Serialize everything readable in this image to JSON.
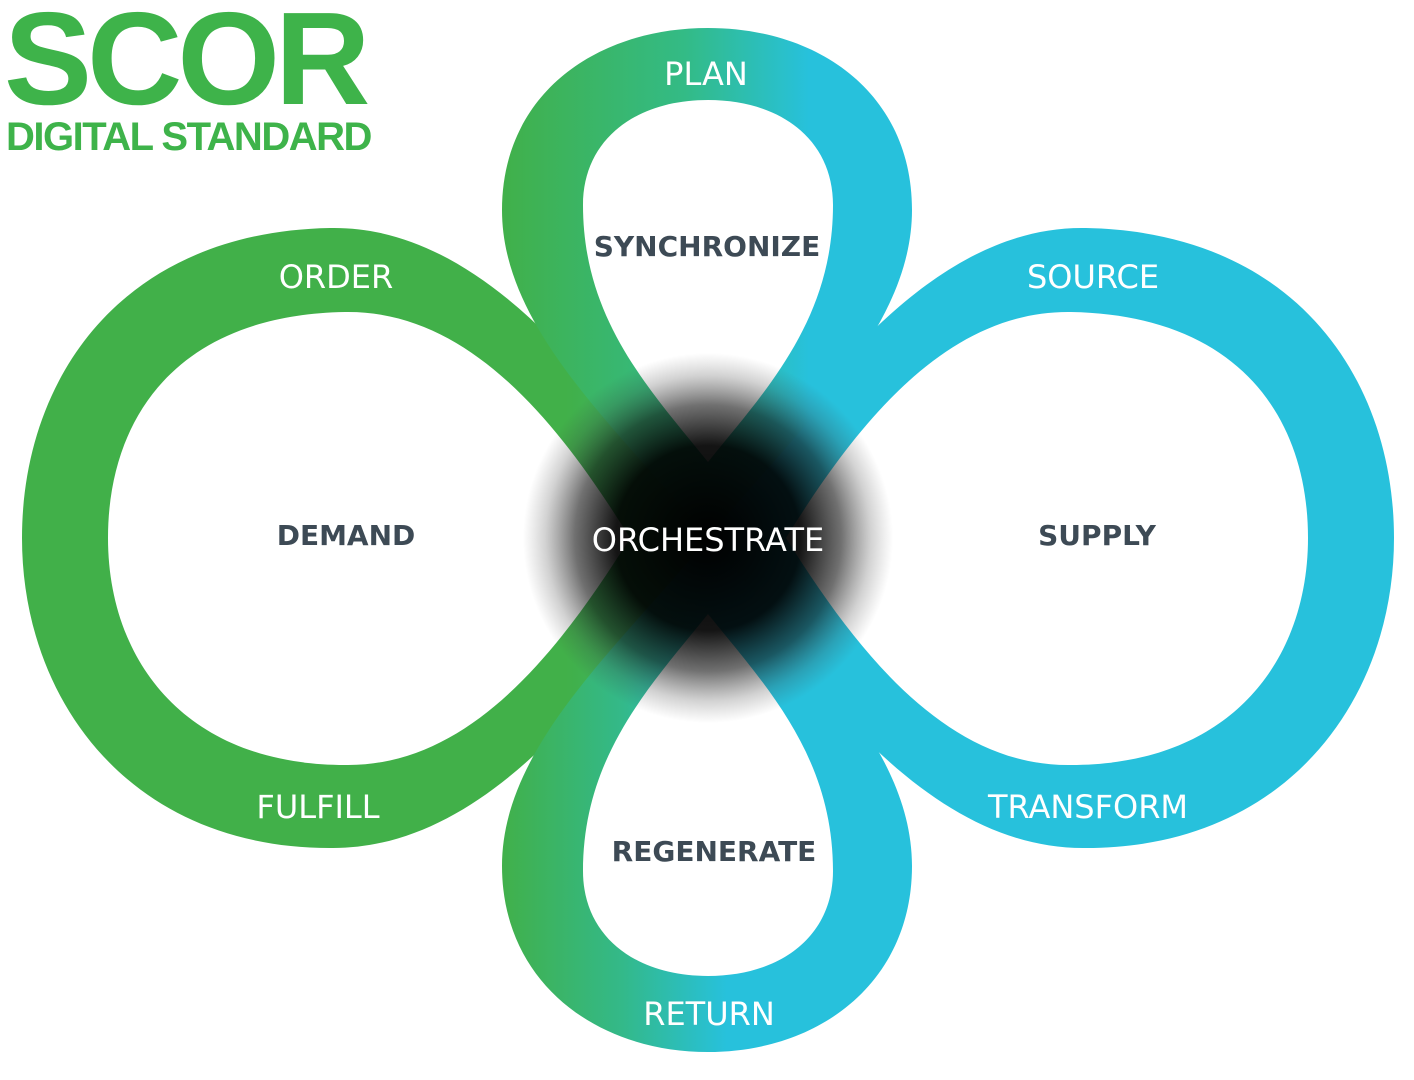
{
  "logo": {
    "title": "SCOR",
    "subtitle": "DIGITAL STANDARD"
  },
  "diagram": {
    "processes": {
      "plan": "PLAN",
      "order": "ORDER",
      "source": "SOURCE",
      "fulfill": "FULFILL",
      "transform": "TRANSFORM",
      "return": "RETURN"
    },
    "loops": {
      "demand": "DEMAND",
      "supply": "SUPPLY",
      "synchronize": "SYNCHRONIZE",
      "regenerate": "REGENERATE"
    },
    "center": "ORCHESTRATE"
  },
  "colors": {
    "green": "#41b049",
    "cyan": "#27c1dc",
    "logo_green": "#3eb34a",
    "dark_text": "#3d4a55",
    "light_text": "#ffffff"
  }
}
